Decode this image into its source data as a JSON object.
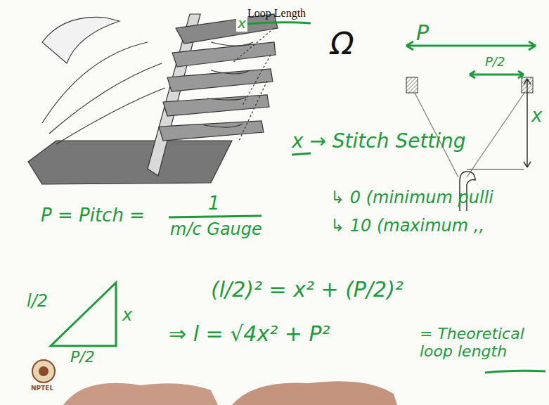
{
  "diagram": {
    "labels": [
      "Loop Length",
      "Ω",
      "x",
      "P",
      "P/2",
      "x",
      "x → Stitch Setting",
      "↳ 0 (minimum pulli",
      "↳ 10 (maximum ,,",
      "P = Pitch =",
      "1",
      "m/c Gauge",
      "l/2",
      "x",
      "P/2",
      "(l/2)² = x² + (P/2)²",
      "⇒ l = √4x² + P²",
      "= Theoretical loop length",
      "NPTEL"
    ]
  }
}
